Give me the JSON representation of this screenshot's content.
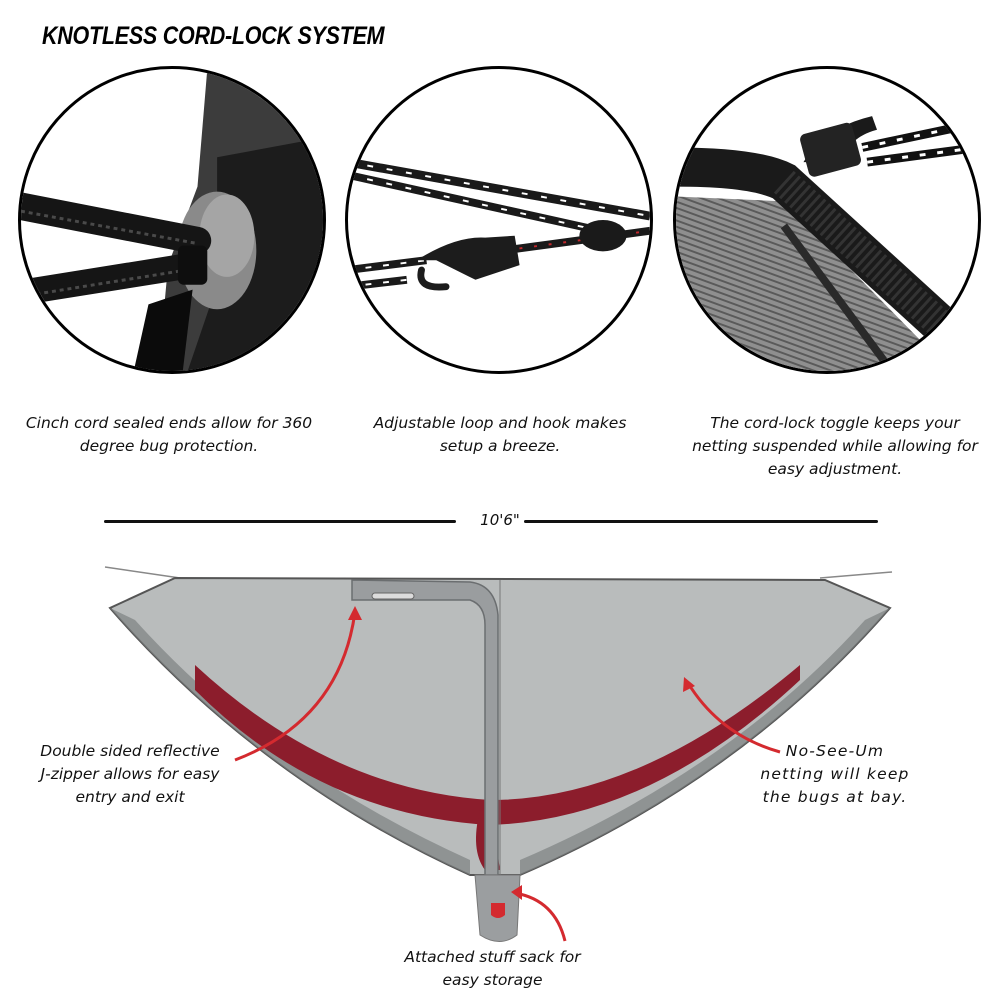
{
  "header": {
    "title": "KNOTLESS CORD-LOCK SYSTEM"
  },
  "features": [
    {
      "id": "cinch-cord",
      "image_icon": "cinch-cord-closeup-photo",
      "caption_lines": [
        "Cinch cord sealed ends allow for 360",
        "degree bug protection."
      ]
    },
    {
      "id": "loop-hook",
      "image_icon": "loop-and-hook-closeup-photo",
      "caption_lines": [
        "Adjustable loop and hook makes",
        "setup a breeze."
      ]
    },
    {
      "id": "cord-lock-toggle",
      "image_icon": "cord-lock-toggle-closeup-photo",
      "caption_lines": [
        "The cord-lock toggle keeps your",
        "netting suspended while allowing for",
        "easy adjustment."
      ]
    }
  ],
  "dimension": {
    "label": "10'6\""
  },
  "callouts": {
    "j_zipper": [
      "Double sided reflective",
      "J-zipper allows for easy",
      "entry and exit"
    ],
    "netting": [
      "No-See-Um",
      "netting will keep",
      "the bugs at bay."
    ],
    "stuff_sack": [
      "Attached stuff sack for",
      "easy storage"
    ]
  },
  "colors": {
    "accent_arrow": "#d42a2f",
    "hammock": "#8c1d2c",
    "netting": "#b9bcbc",
    "zipper_panel": "#9a9d9f"
  }
}
